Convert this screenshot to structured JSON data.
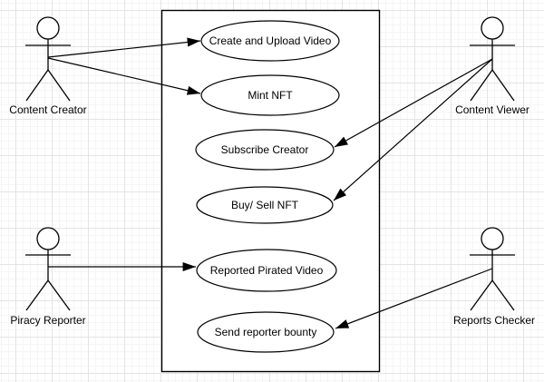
{
  "diagram": {
    "kind": "uml-use-case-diagram",
    "colors": {
      "stroke": "#000000",
      "shape_fill": "#ffffff",
      "canvas_background": "#ffffff",
      "grid_minor": "#f5f5f5",
      "grid_major": "#e4e4e4"
    }
  },
  "actors": [
    {
      "id": "content-creator",
      "label": "Content Creator"
    },
    {
      "id": "content-viewer",
      "label": "Content Viewer"
    },
    {
      "id": "piracy-reporter",
      "label": "Piracy Reporter"
    },
    {
      "id": "reports-checker",
      "label": "Reports Checker"
    }
  ],
  "use_cases": [
    {
      "id": "create-and-upload-video",
      "label": "Create and Upload Video"
    },
    {
      "id": "mint-nft",
      "label": "Mint NFT"
    },
    {
      "id": "subscribe-creator",
      "label": "Subscribe Creator"
    },
    {
      "id": "buy-sell-nft",
      "label": "Buy/ Sell NFT"
    },
    {
      "id": "reported-pirated-video",
      "label": "Reported Pirated Video"
    },
    {
      "id": "send-reporter-bounty",
      "label": "Send reporter bounty"
    }
  ],
  "connections": [
    {
      "from": "Content Creator",
      "to": "Create and Upload Video"
    },
    {
      "from": "Content Creator",
      "to": "Mint NFT"
    },
    {
      "from": "Content Viewer",
      "to": "Subscribe Creator"
    },
    {
      "from": "Content Viewer",
      "to": "Buy/ Sell NFT"
    },
    {
      "from": "Piracy Reporter",
      "to": "Reported Pirated Video"
    },
    {
      "from": "Reports Checker",
      "to": "Send reporter bounty"
    }
  ]
}
